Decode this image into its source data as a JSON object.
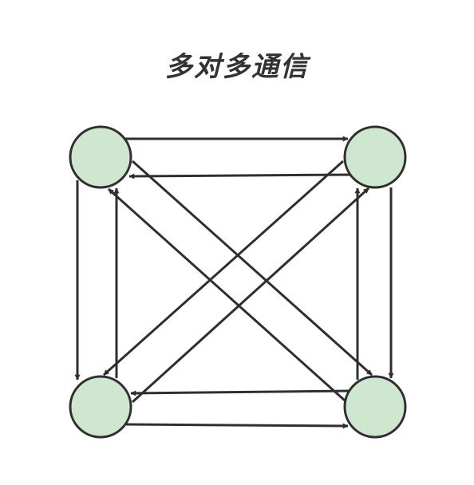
{
  "title": "多对多通信",
  "colors": {
    "node_fill": "#cfe7cf",
    "node_stroke": "#2f2f2f",
    "edge": "#2f2f2f",
    "title": "#333333",
    "background": "#ffffff"
  },
  "nodes": [
    {
      "id": "top-left"
    },
    {
      "id": "top-right"
    },
    {
      "id": "bottom-left"
    },
    {
      "id": "bottom-right"
    }
  ],
  "edges": [
    {
      "from": "top-left",
      "to": "top-right"
    },
    {
      "from": "top-right",
      "to": "top-left"
    },
    {
      "from": "top-left",
      "to": "bottom-left"
    },
    {
      "from": "bottom-left",
      "to": "top-left"
    },
    {
      "from": "top-right",
      "to": "bottom-right"
    },
    {
      "from": "bottom-right",
      "to": "top-right"
    },
    {
      "from": "bottom-left",
      "to": "bottom-right"
    },
    {
      "from": "bottom-right",
      "to": "bottom-left"
    },
    {
      "from": "top-left",
      "to": "bottom-right"
    },
    {
      "from": "bottom-right",
      "to": "top-left"
    },
    {
      "from": "top-right",
      "to": "bottom-left"
    },
    {
      "from": "bottom-left",
      "to": "top-right"
    }
  ]
}
